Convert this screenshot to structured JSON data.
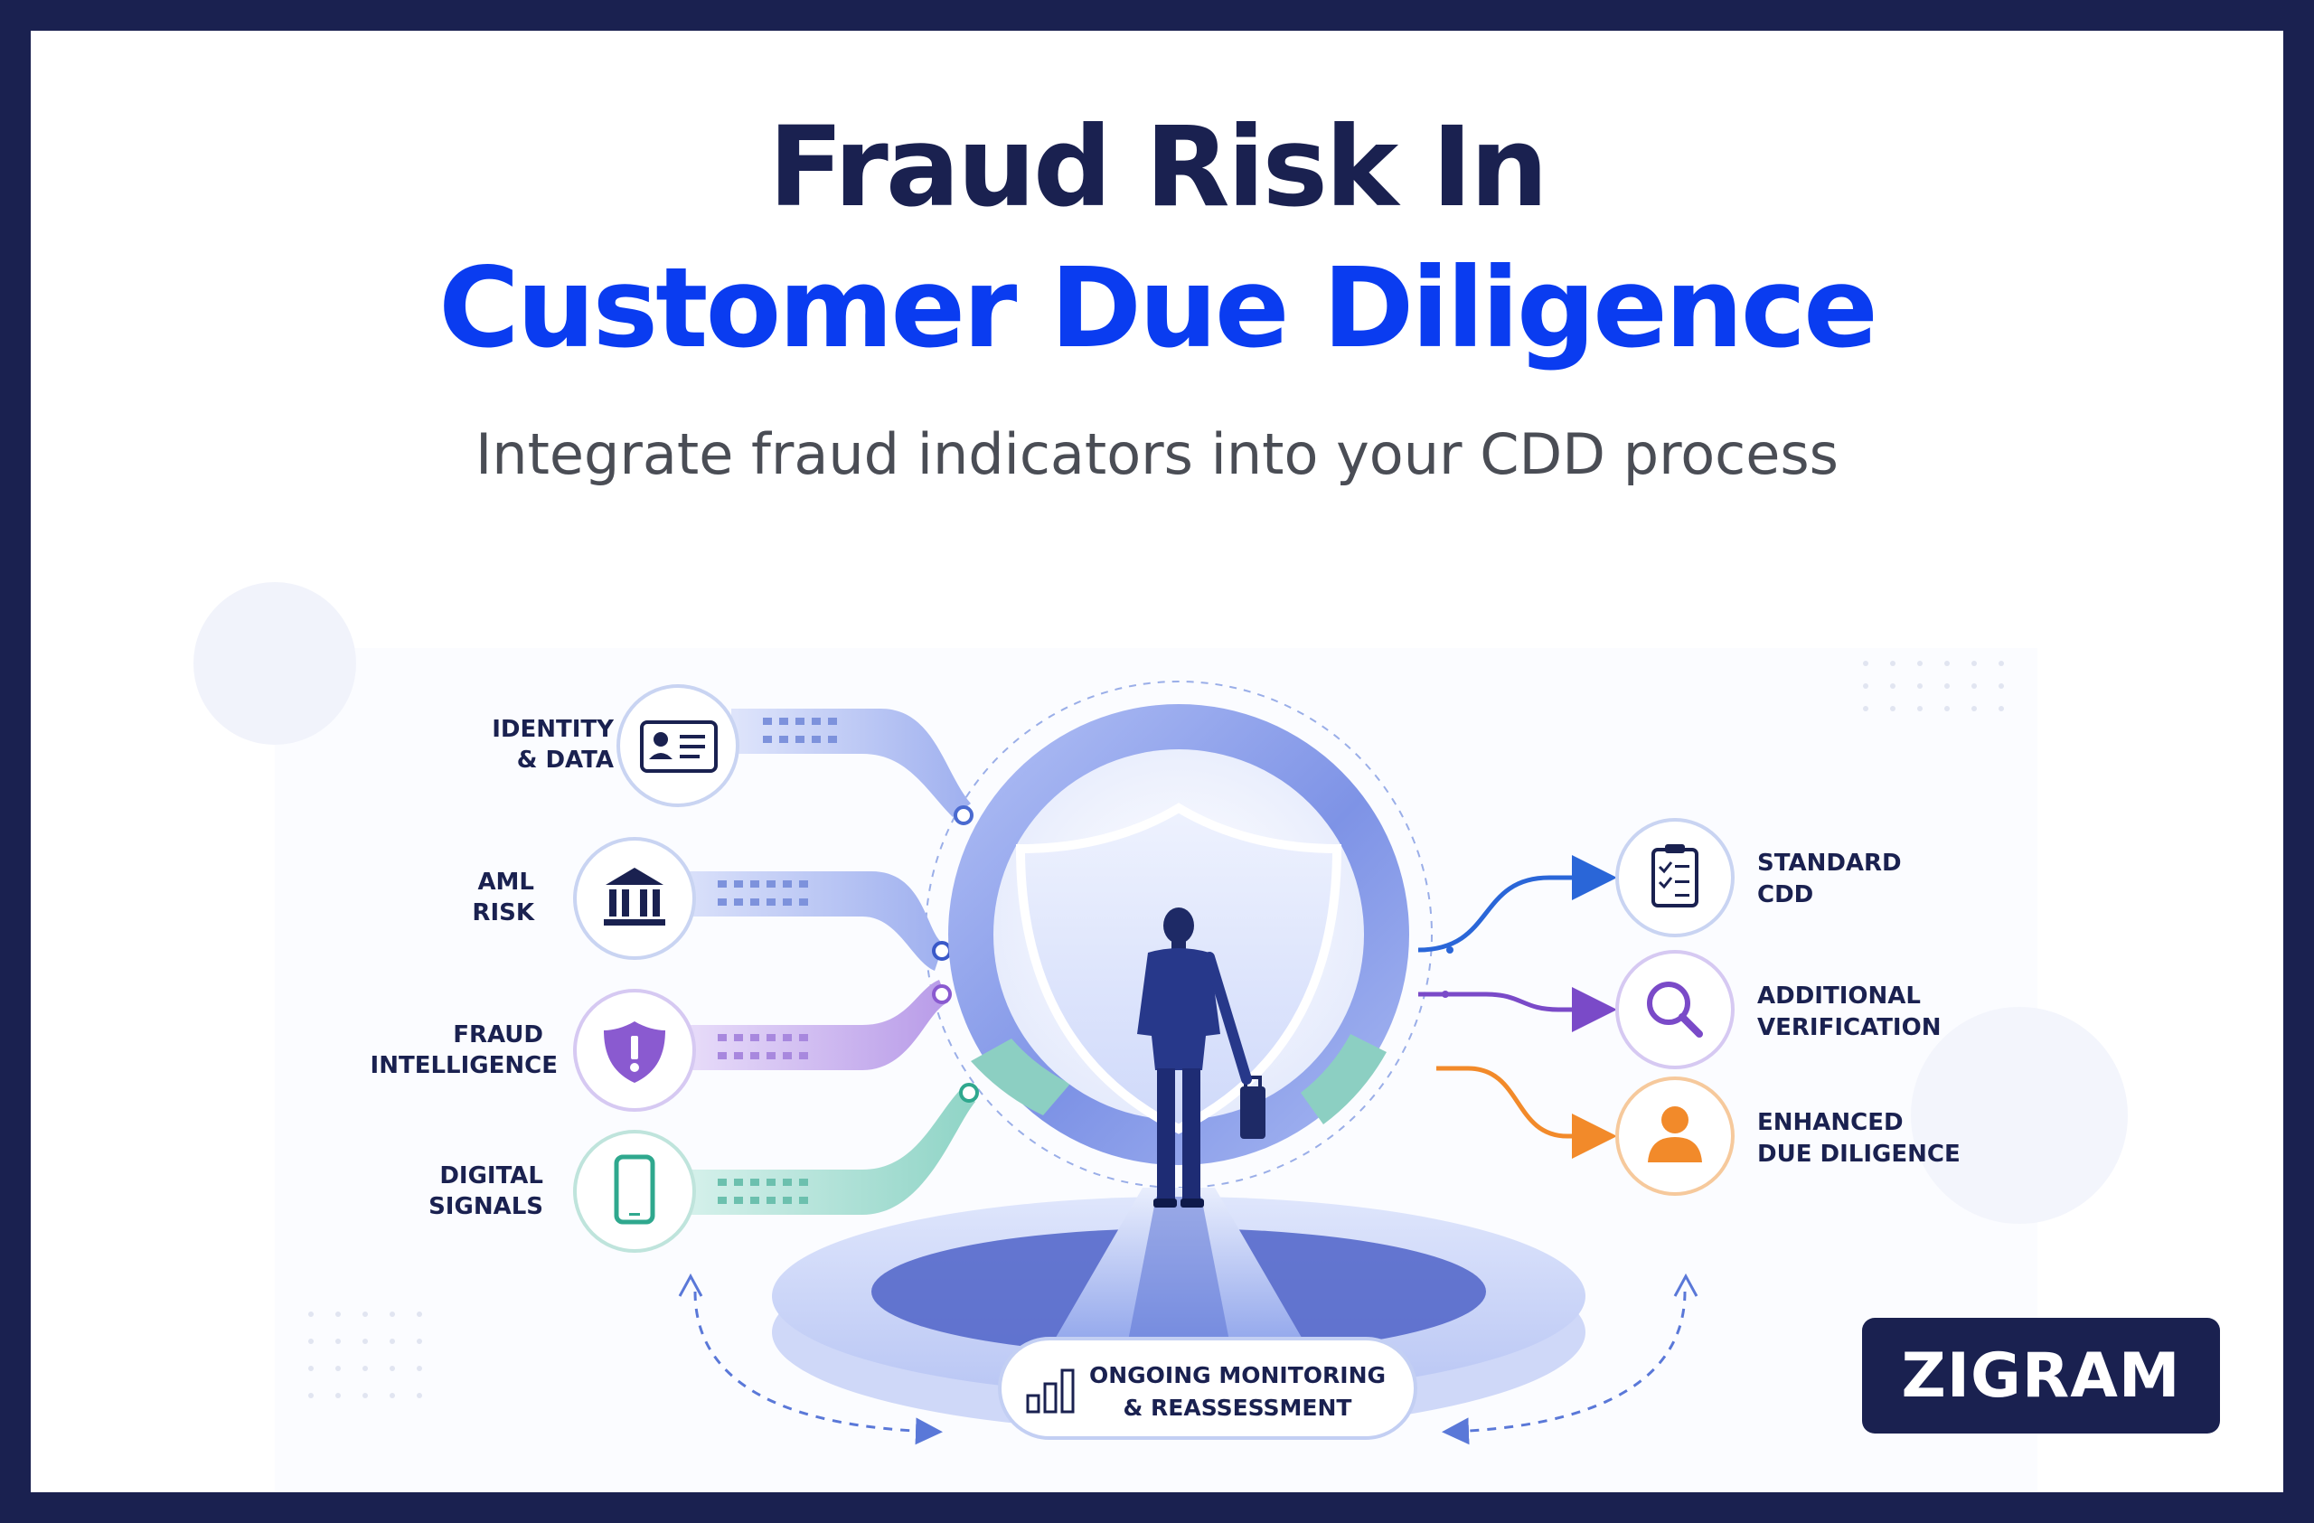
{
  "title": {
    "line1": "Fraud Risk In",
    "line2": "Customer Due Diligence"
  },
  "subtitle": "Integrate fraud indicators into your CDD process",
  "inputs": [
    {
      "line1": "IDENTITY",
      "line2": "& DATA",
      "icon": "id-card-icon",
      "color": "#4a78e0"
    },
    {
      "line1": "AML",
      "line2": "RISK",
      "icon": "bank-icon",
      "color": "#3a58c8"
    },
    {
      "line1": "FRAUD",
      "line2": "INTELLIGENCE",
      "icon": "shield-alert-icon",
      "color": "#8a5ad0"
    },
    {
      "line1": "DIGITAL",
      "line2": "SIGNALS",
      "icon": "phone-icon",
      "color": "#2fa88e"
    }
  ],
  "outputs": [
    {
      "line1": "STANDARD",
      "line2": "CDD",
      "icon": "clipboard-check-icon",
      "color": "#2a66d8"
    },
    {
      "line1": "ADDITIONAL",
      "line2": "VERIFICATION",
      "icon": "magnifier-icon",
      "color": "#7a4ac8"
    },
    {
      "line1": "ENHANCED",
      "line2": "DUE DILIGENCE",
      "icon": "person-icon",
      "color": "#f28a2a"
    }
  ],
  "monitoring": {
    "line1": "ONGOING MONITORING",
    "line2": "& REASSESSMENT",
    "icon": "bar-chart-icon"
  },
  "logo": "ZIGRAM",
  "colors": {
    "navy": "#1a2150",
    "brand_blue": "#0a3cf0",
    "frame": "#1a2150"
  }
}
